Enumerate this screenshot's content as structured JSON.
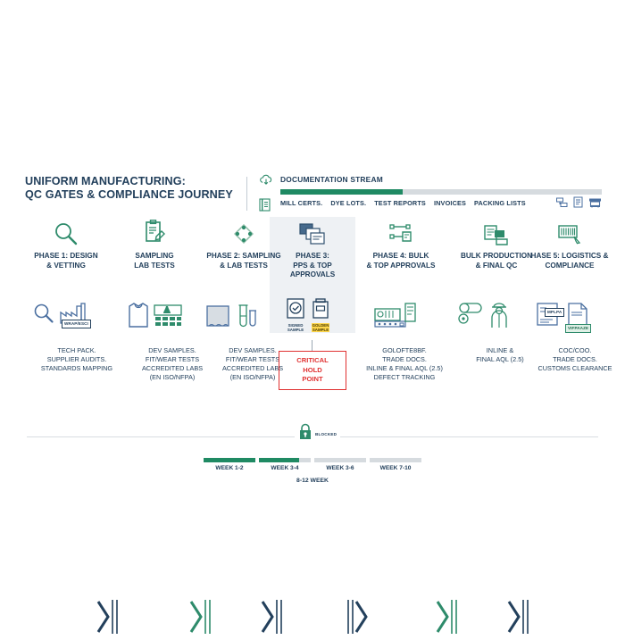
{
  "header": {
    "title_line1": "UNIFORM MANUFACTURING:",
    "title_line2": "QC GATES & COMPLIANCE JOURNEY",
    "doc_stream_title": "DOCUMENTATION STREAM",
    "doc_progress_percent": 38,
    "doc_tags": [
      "MILL CERTS.",
      "DYE LOTS.",
      "TEST REPORTS",
      "INVOICES",
      "PACKING LISTS"
    ],
    "icons": [
      "cloud-upload-icon",
      "document-list-icon",
      "server-icon",
      "file-icon",
      "archive-icon"
    ]
  },
  "phases": [
    {
      "label_line1": "PHASE 1: DESIGN",
      "label_line2": "& VETTING",
      "icon": "magnifier-icon"
    },
    {
      "label_line1": "SAMPLING",
      "label_line2": "LAB TESTS",
      "icon": "clipboard-pencil-icon"
    },
    {
      "label_line1": "PHASE 2: SAMPLING",
      "label_line2": "& LAB TESTS",
      "icon": "diamond-nodes-icon"
    },
    {
      "label_line1": "PHASE 3:",
      "label_line2": "PPS & TOP",
      "label_line3": "APPROVALS",
      "icon": "documents-stack-icon"
    },
    {
      "label_line1": "PHASE 4: BULK",
      "label_line2": "& TOP APPROVALS",
      "icon": "machine-config-icon"
    },
    {
      "label_line1": "BULK PRODUCTION",
      "label_line2": "& FINAL QC",
      "icon": "printer-docs-icon"
    },
    {
      "label_line1": "HASE 5: LOGISTICS &",
      "label_line2": "COMPLIANCE",
      "icon": "barcode-scan-icon"
    }
  ],
  "strip": {
    "wrap_badge": "WRAP/ESCI",
    "signed_sample_line1": "SIGNED",
    "signed_sample_line2": "SAMPLE",
    "golden_sample_line1": "GOLDEN",
    "golden_sample_line2": "SAMPLE",
    "mplpa_badge": "MPLPA",
    "viffpaazi_badge": "VIFPAAZE",
    "icons": [
      "magnifier-icon",
      "factory-icon",
      "shirt-icon",
      "lab-test-icon",
      "fabric-swatch-icon",
      "test-tubes-icon",
      "signed-sample-icon",
      "golden-sample-jar-icon",
      "sewing-machine-icon",
      "fabric-roll-icon",
      "qc-worker-icon",
      "certificate-icon",
      "shipping-doc-icon",
      "gate-chevron-icon"
    ]
  },
  "descriptions": [
    {
      "lines": [
        "TECH PACK.",
        "SUPPLIER AUDITS.",
        "STANDARDS MAPPING"
      ]
    },
    {
      "lines": [
        "DEV SAMPLES.",
        "FIT/WEAR TESTS",
        "ACCREDITED LABS",
        "(EN ISO/NFPA)"
      ]
    },
    {
      "lines": [
        "DEV SAMPLES.",
        "FIT/WEAR TESTS",
        "ACCREDITED LABS",
        "(EN ISO/NFPA)"
      ]
    },
    {
      "lines": [
        "GOLOFTE8BF.",
        "TRADE DOCS.",
        "INLINE & FINAL AQL (2.5)",
        "DEFECT TRACKING"
      ]
    },
    {
      "lines": [
        "INLINE &",
        "FINAL AQL (2.5)"
      ]
    },
    {
      "lines": [
        "COC/COO.",
        "TRADE DOCS.",
        "CUSTOMS CLEARANCE"
      ]
    }
  ],
  "critical_hold": {
    "line1": "CRITICAL",
    "line2": "HOLD",
    "line3": "POINT"
  },
  "timeline": {
    "lock_label": "BLOCKED",
    "lock_icon": "padlock-icon",
    "segments": [
      {
        "label": "WEEK 1-2",
        "fill": 100
      },
      {
        "label": "WEEK 3-4",
        "fill": 78
      },
      {
        "label": "WEEK 3-6",
        "fill": 0
      },
      {
        "label": "WEEK 7-10",
        "fill": 0
      }
    ],
    "total_label": "8-12 WEEK"
  },
  "colors": {
    "navy": "#23405c",
    "green": "#2e8b6b",
    "green_dark": "#1f8a63",
    "red": "#e03131",
    "yellow": "#ffd84d",
    "panel": "#eef1f4",
    "track": "#d6dbdf"
  }
}
